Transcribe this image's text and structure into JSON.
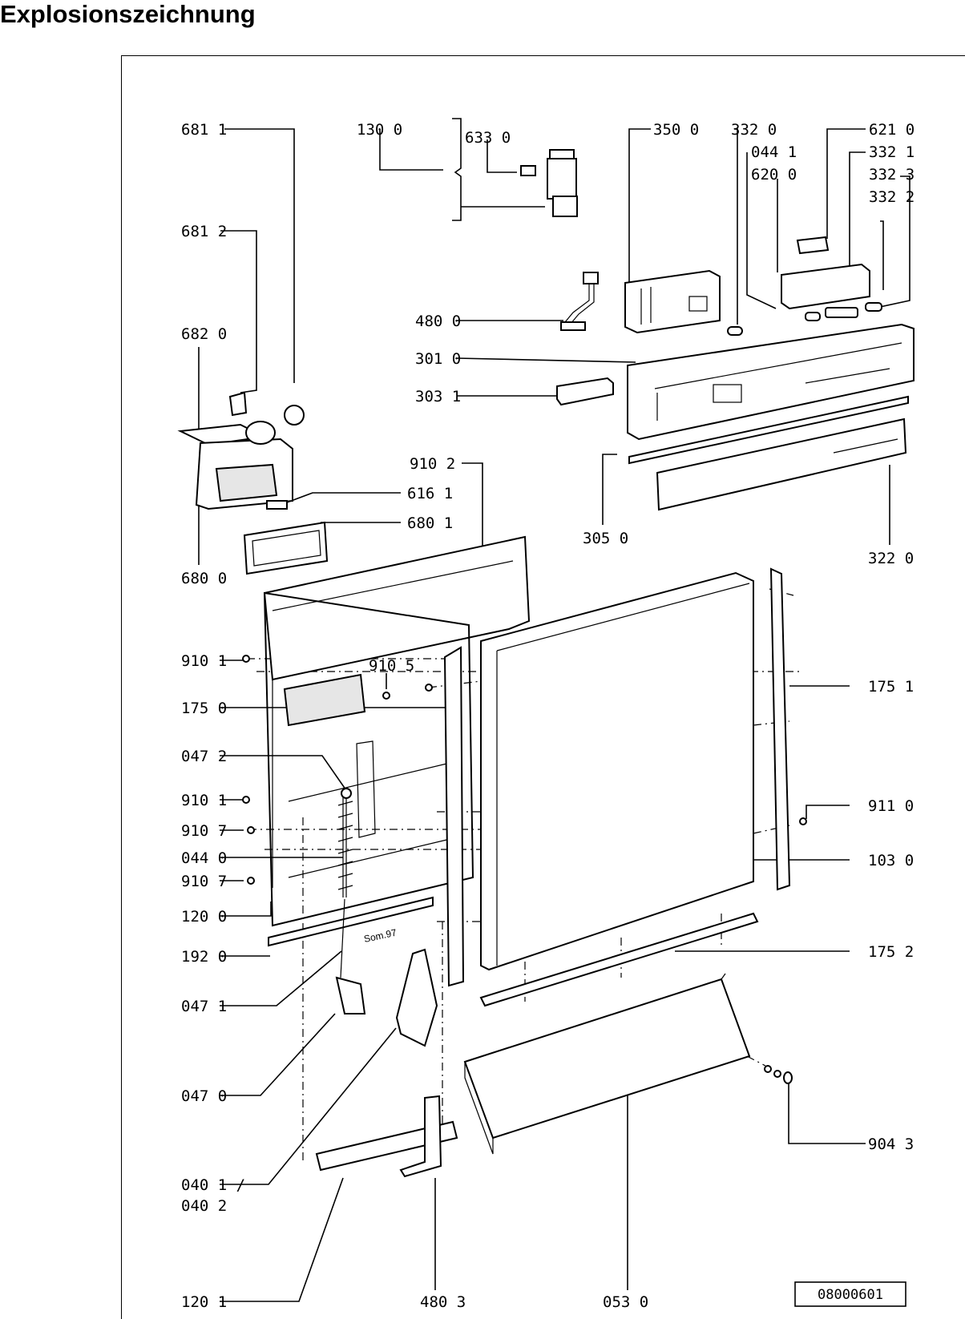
{
  "title": "Explosionszeichnung",
  "drawing_number": "08000601",
  "door_marking": "Som.97",
  "parts": [
    {
      "ref": "681 1"
    },
    {
      "ref": "130 0"
    },
    {
      "ref": "633 0"
    },
    {
      "ref": "350 0"
    },
    {
      "ref": "332 0"
    },
    {
      "ref": "621 0"
    },
    {
      "ref": "044 1"
    },
    {
      "ref": "332 1"
    },
    {
      "ref": "620 0"
    },
    {
      "ref": "332 3"
    },
    {
      "ref": "332 2"
    },
    {
      "ref": "681 2"
    },
    {
      "ref": "480 0"
    },
    {
      "ref": "682 0"
    },
    {
      "ref": "301 0"
    },
    {
      "ref": "303 1"
    },
    {
      "ref": "910 2"
    },
    {
      "ref": "616 1"
    },
    {
      "ref": "680 1"
    },
    {
      "ref": "305 0"
    },
    {
      "ref": "322 0"
    },
    {
      "ref": "680 0"
    },
    {
      "ref": "910 1"
    },
    {
      "ref": "910 5"
    },
    {
      "ref": "175 1"
    },
    {
      "ref": "175 0"
    },
    {
      "ref": "047 2"
    },
    {
      "ref": "910 1"
    },
    {
      "ref": "911 0"
    },
    {
      "ref": "910 7"
    },
    {
      "ref": "044 0"
    },
    {
      "ref": "103 0"
    },
    {
      "ref": "910 7"
    },
    {
      "ref": "120 0"
    },
    {
      "ref": "192 0"
    },
    {
      "ref": "175 2"
    },
    {
      "ref": "047 1"
    },
    {
      "ref": "047 0"
    },
    {
      "ref": "904 3"
    },
    {
      "ref": "040 1 /"
    },
    {
      "ref": "040 2"
    },
    {
      "ref": "120 1"
    },
    {
      "ref": "480 3"
    },
    {
      "ref": "053 0"
    }
  ]
}
